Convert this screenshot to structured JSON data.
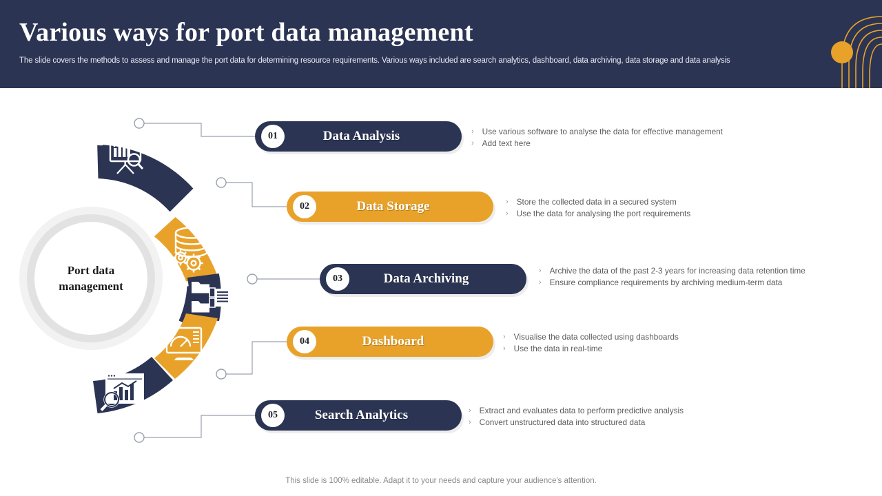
{
  "header": {
    "title": "Various ways for port data management",
    "subtitle": "The slide covers the methods to assess and manage the port data for determining resource requirements. Various ways included are search analytics, dashboard, data archiving, data storage and data analysis",
    "bg_color": "#2b3453",
    "accent_color": "#e8a22a"
  },
  "center": {
    "label": "Port data management"
  },
  "rows": [
    {
      "number": "01",
      "title": "Data Analysis",
      "style": "dark",
      "icon": "chart-presentation-search-icon",
      "segment_color": "#2b3453",
      "bullets": [
        "Use various  software  to analyse  the data for  effective  management",
        "Add text here"
      ]
    },
    {
      "number": "02",
      "title": "Data Storage",
      "style": "gold",
      "icon": "database-gear-icon",
      "segment_color": "#e8a22a",
      "bullets": [
        "Store the collected data in a secured system",
        "Use the data for analysing the port requirements"
      ]
    },
    {
      "number": "03",
      "title": "Data Archiving",
      "style": "dark",
      "icon": "folder-hierarchy-icon",
      "segment_color": "#2b3453",
      "bullets": [
        "Archive  the data of the past 2-3 years for increasing data retention time",
        "Ensure  compliance requirements  by archiving  medium-term  data"
      ]
    },
    {
      "number": "04",
      "title": "Dashboard",
      "style": "gold",
      "icon": "monitor-gauge-icon",
      "segment_color": "#e8a22a",
      "bullets": [
        "Visualise the data collected using dashboards",
        "Use the data in real-time"
      ]
    },
    {
      "number": "05",
      "title": "Search Analytics",
      "style": "dark",
      "icon": "bar-chart-magnifier-icon",
      "segment_color": "#2b3453",
      "bullets": [
        "Extract and  evaluates  data to perform  predictive  analysis",
        "Convert  unstructured data into structured data"
      ]
    }
  ],
  "footer": {
    "note": "This slide is 100% editable. Adapt it to your needs and capture your audience's attention."
  },
  "bullet_marker": "›"
}
